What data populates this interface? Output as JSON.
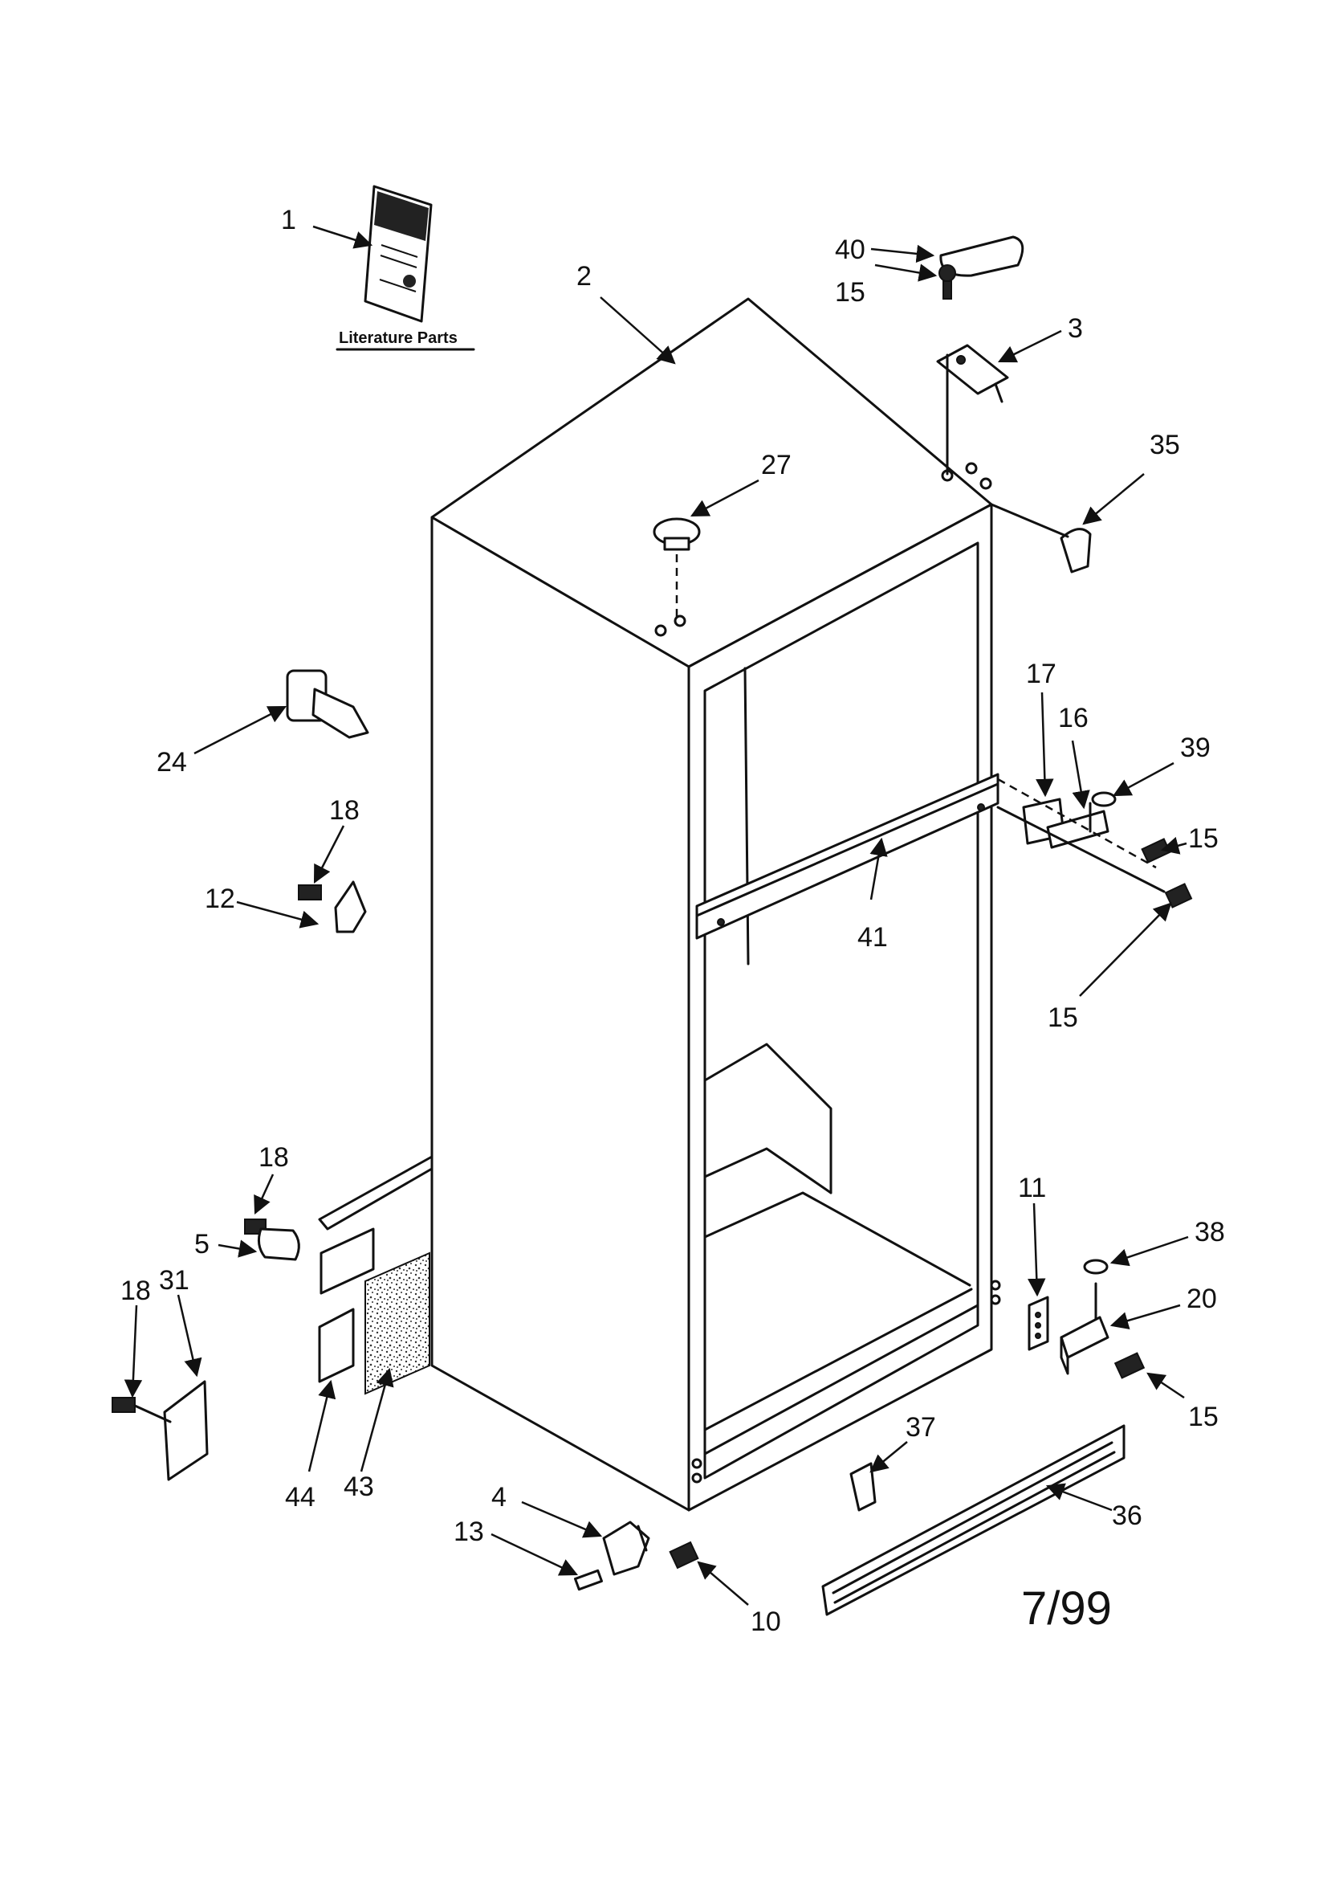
{
  "literature_label": "Literature Parts",
  "date_code": "7/99",
  "callouts": [
    {
      "id": "c1",
      "label": "1"
    },
    {
      "id": "c2",
      "label": "2"
    },
    {
      "id": "c40",
      "label": "40"
    },
    {
      "id": "c15a",
      "label": "15"
    },
    {
      "id": "c3",
      "label": "3"
    },
    {
      "id": "c35",
      "label": "35"
    },
    {
      "id": "c27",
      "label": "27"
    },
    {
      "id": "c17",
      "label": "17"
    },
    {
      "id": "c16",
      "label": "16"
    },
    {
      "id": "c39",
      "label": "39"
    },
    {
      "id": "c15b",
      "label": "15"
    },
    {
      "id": "c41",
      "label": "41"
    },
    {
      "id": "c15c",
      "label": "15"
    },
    {
      "id": "c24",
      "label": "24"
    },
    {
      "id": "c18a",
      "label": "18"
    },
    {
      "id": "c12",
      "label": "12"
    },
    {
      "id": "c18b",
      "label": "18"
    },
    {
      "id": "c5",
      "label": "5"
    },
    {
      "id": "c31",
      "label": "31"
    },
    {
      "id": "c18c",
      "label": "18"
    },
    {
      "id": "c44",
      "label": "44"
    },
    {
      "id": "c43",
      "label": "43"
    },
    {
      "id": "c11",
      "label": "11"
    },
    {
      "id": "c38",
      "label": "38"
    },
    {
      "id": "c20",
      "label": "20"
    },
    {
      "id": "c15d",
      "label": "15"
    },
    {
      "id": "c37",
      "label": "37"
    },
    {
      "id": "c36",
      "label": "36"
    },
    {
      "id": "c4",
      "label": "4"
    },
    {
      "id": "c13",
      "label": "13"
    },
    {
      "id": "c10",
      "label": "10"
    }
  ]
}
